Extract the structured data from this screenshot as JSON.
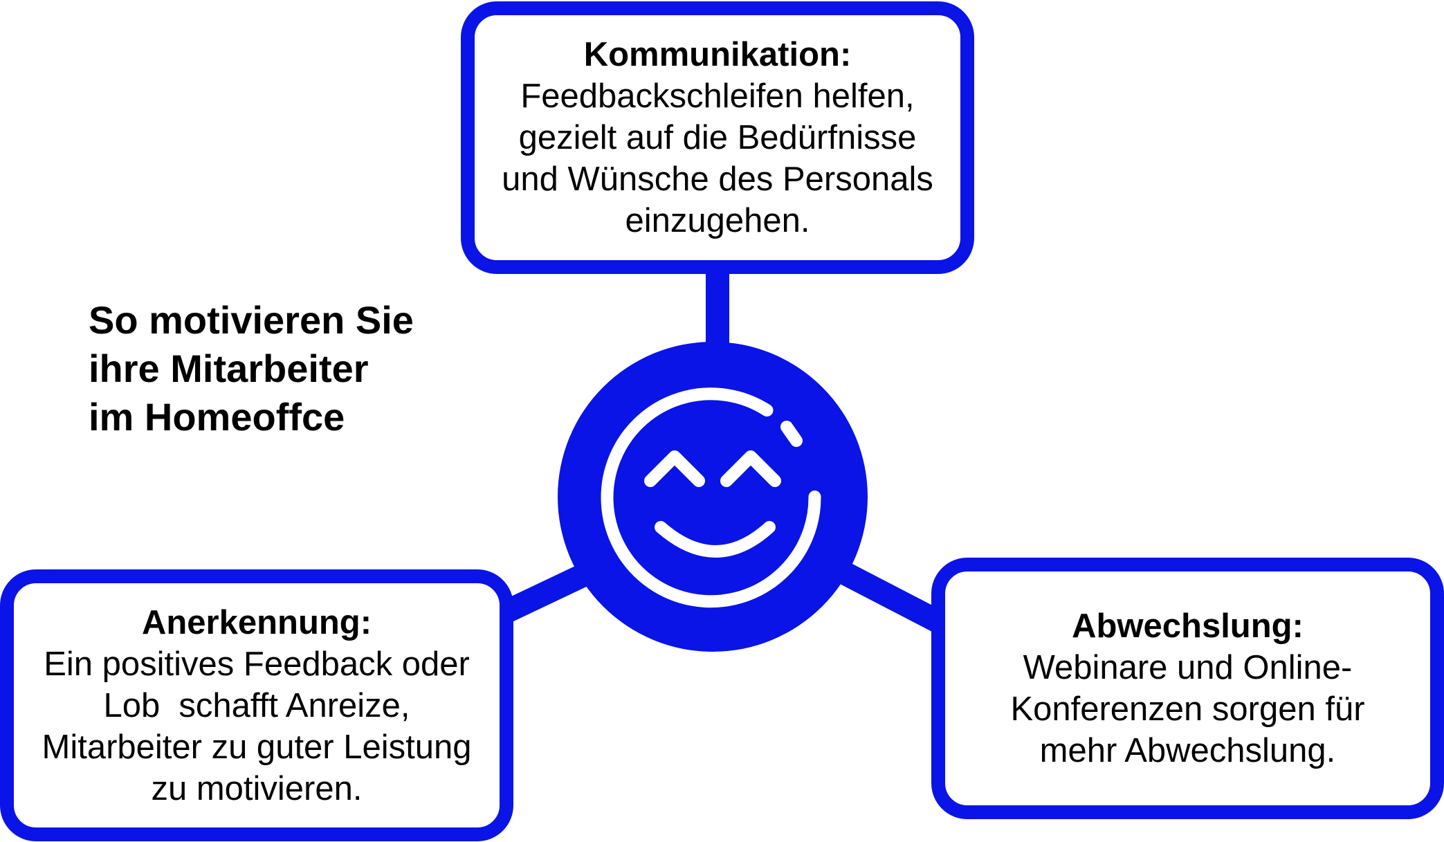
{
  "colors": {
    "accent": "#0a14e6",
    "text": "#000000",
    "background": "#ffffff"
  },
  "headline": {
    "lines": [
      "So motivieren Sie",
      "ihre Mitarbeiter",
      "im Homeoffce"
    ]
  },
  "center": {
    "icon": "smiley-face-icon"
  },
  "boxes": {
    "top": {
      "title": "Kommunikation:",
      "lines": [
        "Feedbackschleifen helfen,",
        "gezielt auf die Bedürfnisse",
        "und Wünsche des Personals",
        "einzugehen."
      ]
    },
    "left": {
      "title": "Anerkennung:",
      "lines": [
        "Ein positives Feedback oder",
        "Lob  schafft Anreize,",
        "Mitarbeiter zu guter Leistung",
        "zu motivieren."
      ]
    },
    "right": {
      "title": "Abwechslung:",
      "lines": [
        "Webinare und Online-",
        "Konferenzen sorgen für",
        "mehr Abwechslung."
      ]
    }
  }
}
